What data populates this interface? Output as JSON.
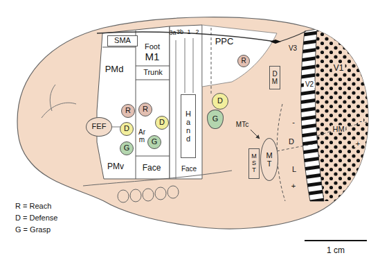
{
  "diagram": {
    "nodes": [
      {
        "text": [
          "SMA"
        ]
      },
      {
        "text": [
          "PMd"
        ]
      },
      {
        "text": [
          "Foot",
          "M1"
        ]
      },
      {
        "text": [
          "Trunk"
        ]
      },
      {
        "text": [
          "Arm"
        ]
      },
      {
        "text": [
          "Face"
        ]
      },
      {
        "text": [
          "FEF"
        ]
      },
      {
        "text": [
          "PMv"
        ]
      },
      {
        "text": [
          "R"
        ]
      },
      {
        "text": [
          "R"
        ]
      },
      {
        "text": [
          "D"
        ]
      },
      {
        "text": [
          "D"
        ]
      },
      {
        "text": [
          "G"
        ]
      },
      {
        "text": [
          "G"
        ]
      },
      {
        "text": [
          "Hand"
        ]
      },
      {
        "text": [
          "Face"
        ]
      },
      {
        "text": [
          "PPC"
        ]
      },
      {
        "text": [
          "R"
        ]
      },
      {
        "text": [
          "D"
        ]
      },
      {
        "text": [
          "G"
        ]
      },
      {
        "text": [
          "DM"
        ]
      },
      {
        "text": [
          "MST"
        ]
      },
      {
        "text": [
          "MT"
        ]
      }
    ],
    "labels": [
      "3a",
      "3b",
      "1",
      "2",
      "MTc",
      "V3",
      "V2",
      "V1",
      "HM",
      "-",
      "+",
      "-",
      "D",
      "L",
      "+",
      "R = Reach",
      "D = Defense",
      "G = Grasp",
      "1 cm"
    ]
  }
}
